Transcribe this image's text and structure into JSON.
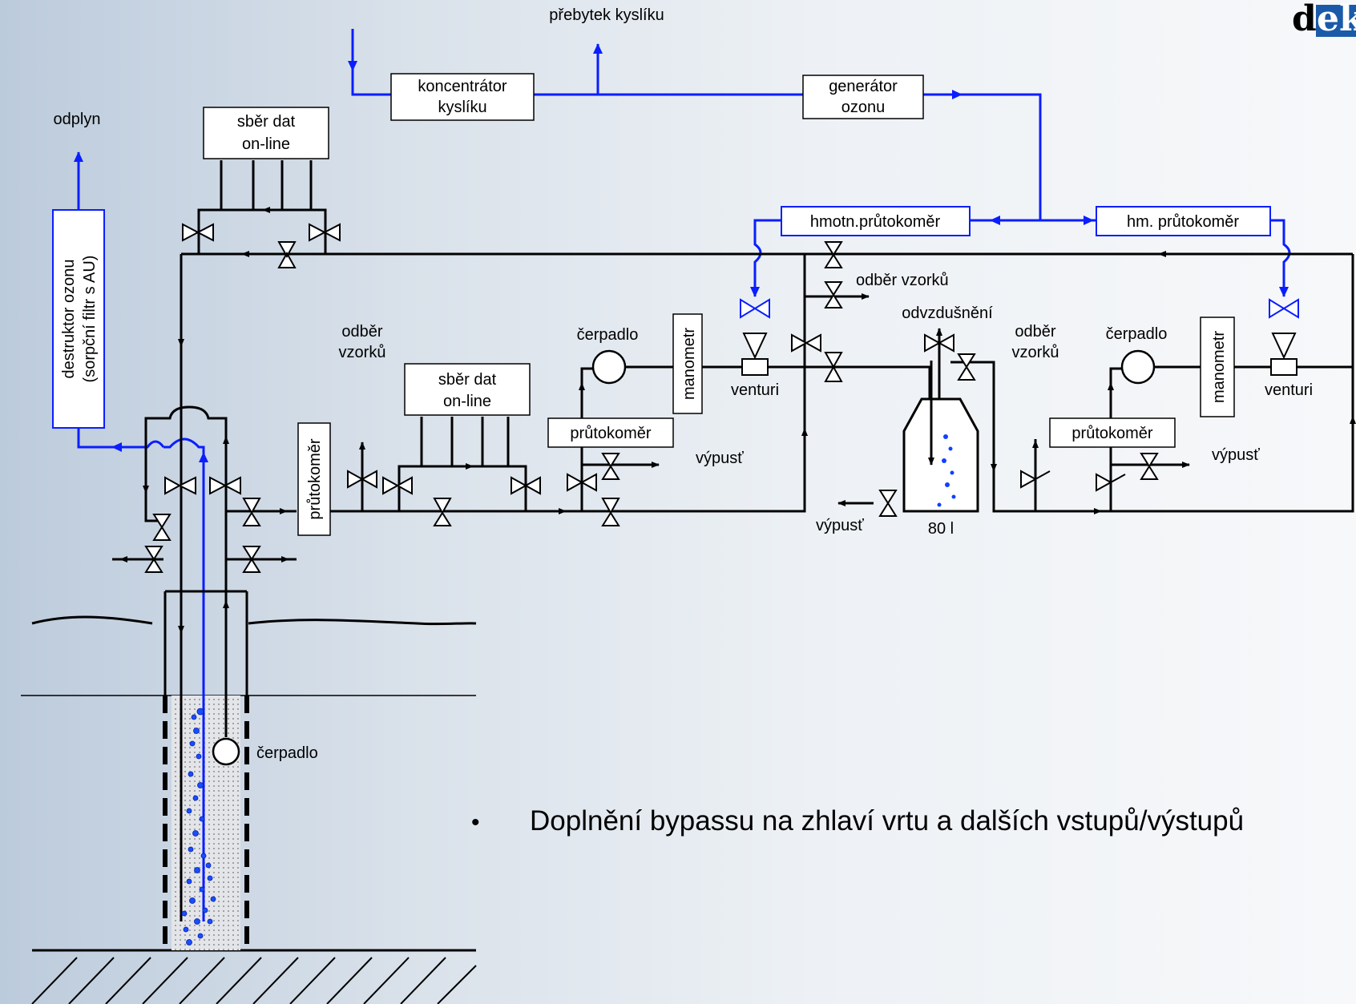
{
  "logo": {
    "text_dark": "d",
    "text_light": "ek"
  },
  "labels": {
    "excess_oxygen": "přebytek kyslíku",
    "offgas": "odplyn",
    "oxygen_concentrator": [
      "koncentrátor",
      "kyslíku"
    ],
    "ozone_generator": [
      "generátor",
      "ozonu"
    ],
    "data_collection": [
      "sběr dat",
      "on-line"
    ],
    "data_collection_2": [
      "sběr dat",
      "on-line"
    ],
    "ozone_destructor": [
      "destruktor ozonu",
      "(sorpční filtr s AU)"
    ],
    "mass_flowmeter_1": "hmotn.průtokoměr",
    "mass_flowmeter_2": "hm. průtokoměr",
    "sampling_1": "odběr vzorků",
    "sampling_2": [
      "odběr",
      "vzorků"
    ],
    "sampling_3": [
      "odběr",
      "vzorků"
    ],
    "venting": "odvzdušnění",
    "pump_1": "čerpadlo",
    "pump_2": "čerpadlo",
    "pump_well": "čerpadlo",
    "manometer_1": "manometr",
    "manometer_2": "manometr",
    "venturi_1": "venturi",
    "venturi_2": "venturi",
    "flowmeter_1": "průtokoměr",
    "flowmeter_2": "průtokoměr",
    "flowmeter_vertical": "průtokoměr",
    "outlet_1": "výpusť",
    "outlet_2": "výpusť",
    "outlet_3": "výpusť",
    "tank_volume": "80 l"
  },
  "bullet": {
    "marker": "•",
    "text": "Doplnění bypassu na zhlaví vrtu a dalších vstupů/výstupů"
  },
  "colors": {
    "oxygen_line": "#0a1eff",
    "water_line": "#000000",
    "logo_box": "#1a5aa8"
  }
}
